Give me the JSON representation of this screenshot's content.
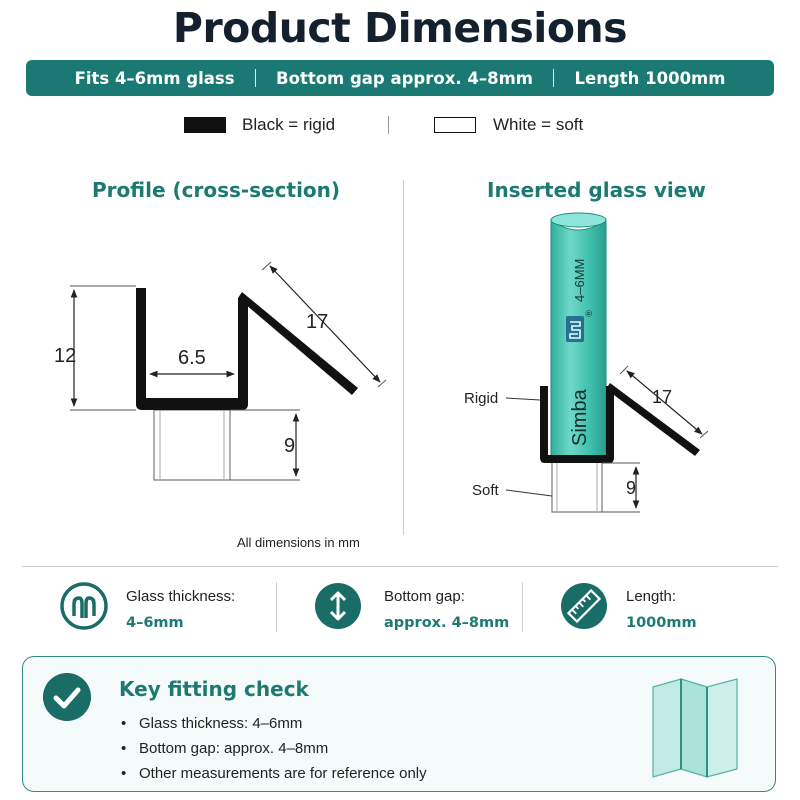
{
  "page": {
    "title": "Product Dimensions",
    "specs": [
      "Fits 4–6mm glass",
      "Bottom gap approx. 4–8mm",
      "Length 1000mm"
    ],
    "legend": {
      "black": "Black = rigid",
      "white": "White = soft"
    }
  },
  "profile": {
    "title": "Profile (cross-section)",
    "dims": {
      "height": "12",
      "inner_width": "6.5",
      "flap": "17",
      "foot": "9"
    },
    "note": "All dimensions in mm"
  },
  "inserted": {
    "title": "Inserted glass view",
    "glass_brand": "Simba",
    "glass_mark": "4–6MM",
    "logo_mark": "®",
    "labels": {
      "rigid": "Rigid",
      "soft": "Soft"
    },
    "dims": {
      "flap": "17",
      "foot": "9"
    }
  },
  "features": [
    {
      "label": "Glass thickness:",
      "value": "4–6mm",
      "icon": "glass-thickness-icon"
    },
    {
      "label": "Bottom gap:",
      "value": "approx. 4–8mm",
      "icon": "vertical-arrows-icon"
    },
    {
      "label": "Length:",
      "value": "1000mm",
      "icon": "ruler-icon"
    }
  ],
  "fitting": {
    "title": "Key fitting check",
    "items": [
      "Glass thickness: 4–6mm",
      "Bottom gap: approx. 4–8mm",
      "Other measurements are for reference only"
    ]
  },
  "colors": {
    "accent": "#1a7a73",
    "dark_accent": "#1a6d67",
    "glass": "#3fbfae",
    "title": "#14202e"
  }
}
